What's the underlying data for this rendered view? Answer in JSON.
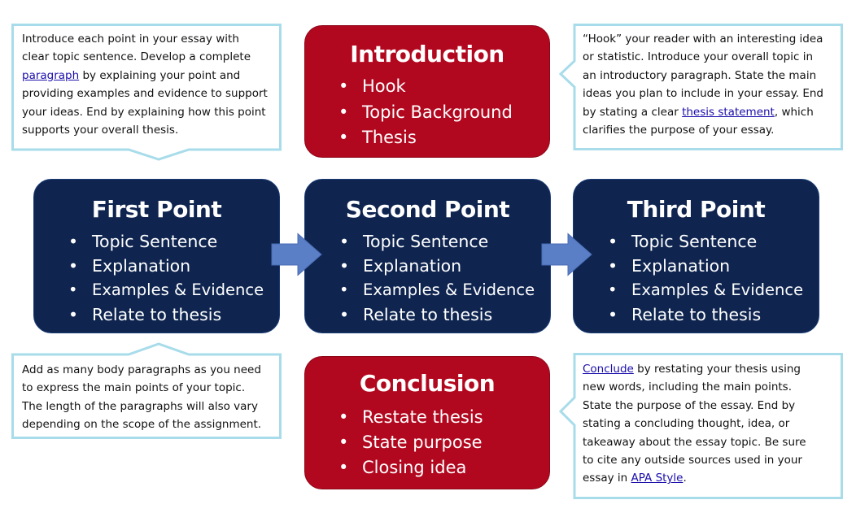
{
  "introduction": {
    "title": "Introduction",
    "items": [
      "Hook",
      "Topic Background",
      "Thesis"
    ]
  },
  "points": [
    {
      "title": "First Point",
      "items": [
        "Topic Sentence",
        "Explanation",
        "Examples & Evidence",
        "Relate to thesis"
      ]
    },
    {
      "title": "Second Point",
      "items": [
        "Topic Sentence",
        "Explanation",
        "Examples & Evidence",
        "Relate to thesis"
      ]
    },
    {
      "title": "Third Point",
      "items": [
        "Topic Sentence",
        "Explanation",
        "Examples & Evidence",
        "Relate to thesis"
      ]
    }
  ],
  "conclusion": {
    "title": "Conclusion",
    "items": [
      "Restate thesis",
      "State purpose",
      "Closing idea"
    ]
  },
  "callouts": {
    "body_point": {
      "line1": "Introduce each point in your essay with",
      "line2": "clear topic sentence. Develop a complete",
      "link_paragraph": "paragraph",
      "line3_rest": " by explaining your point and",
      "line4": "providing examples and evidence to support",
      "line5": "your ideas. End by explaining how this point",
      "line6": "supports your overall thesis."
    },
    "hook": {
      "line1": "“Hook” your reader with an interesting idea",
      "line2": "or statistic. Introduce your overall topic in",
      "line3": "an introductory paragraph. State the main",
      "line4": "ideas you plan to include in your essay. End",
      "line5_pre": "by stating a clear ",
      "link_thesis": "thesis statement",
      "line5_post": ", which",
      "line6": "clarifies the purpose of your essay."
    },
    "body_count": {
      "line1": "Add as many body paragraphs as you need",
      "line2": "to express the main points of your topic.",
      "line3": "The length of the paragraphs will also vary",
      "line4": "depending on the scope of the assignment."
    },
    "conclude": {
      "link_conclude": "Conclude",
      "line1_post": " by restating your thesis using",
      "line2": "new words, including the main points.",
      "line3": "State the purpose of the essay. End by",
      "line4": "stating a concluding thought, idea, or",
      "line5": "takeaway about the essay topic. Be sure",
      "line6": "to cite any outside sources used in your",
      "line7_pre": "essay in ",
      "link_apa": "APA Style",
      "line7_post": "."
    }
  },
  "colors": {
    "red_box": "#b2081f",
    "navy_box": "#0f2550",
    "callout_border": "#a8dcea",
    "arrow": "#5b7fc6",
    "link": "#1a0dab"
  }
}
